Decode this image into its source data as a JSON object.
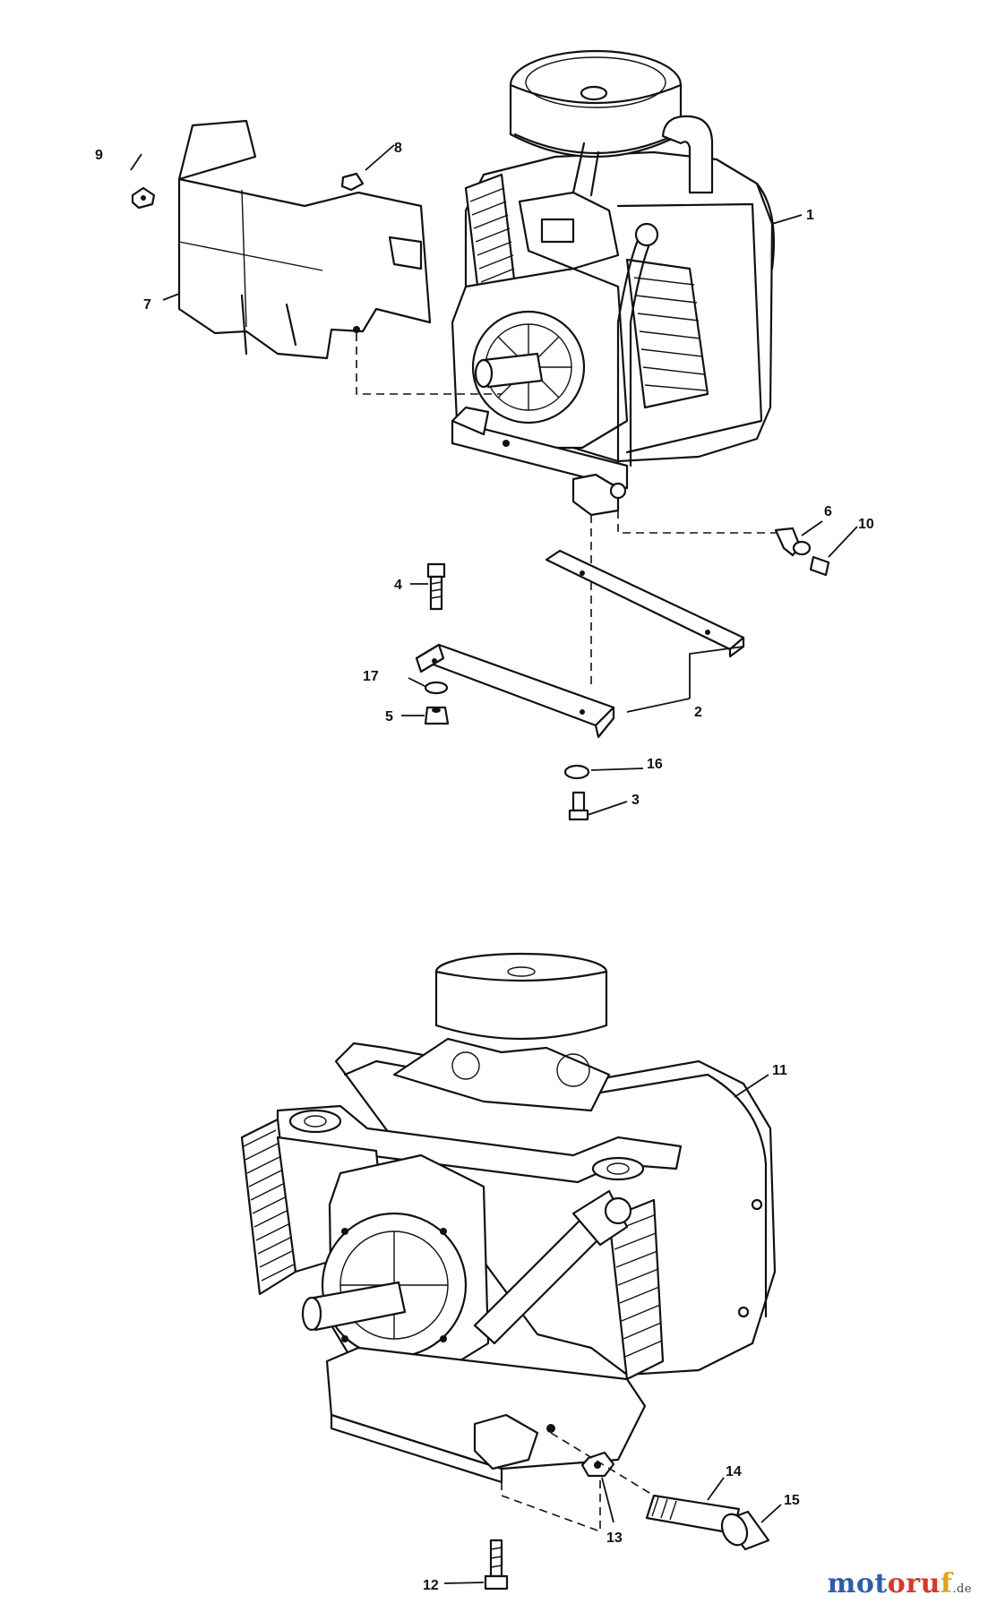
{
  "diagram": {
    "callouts": {
      "c1": "1",
      "c2": "2",
      "c3": "3",
      "c4": "4",
      "c5": "5",
      "c6": "6",
      "c7": "7",
      "c8": "8",
      "c9": "9",
      "c10": "10",
      "c11": "11",
      "c12": "12",
      "c13": "13",
      "c14": "14",
      "c15": "15",
      "c16": "16",
      "c17": "17"
    }
  },
  "watermark": {
    "part1": "mot",
    "part2": "oru",
    "part3": "f",
    "suffix": ".de"
  }
}
